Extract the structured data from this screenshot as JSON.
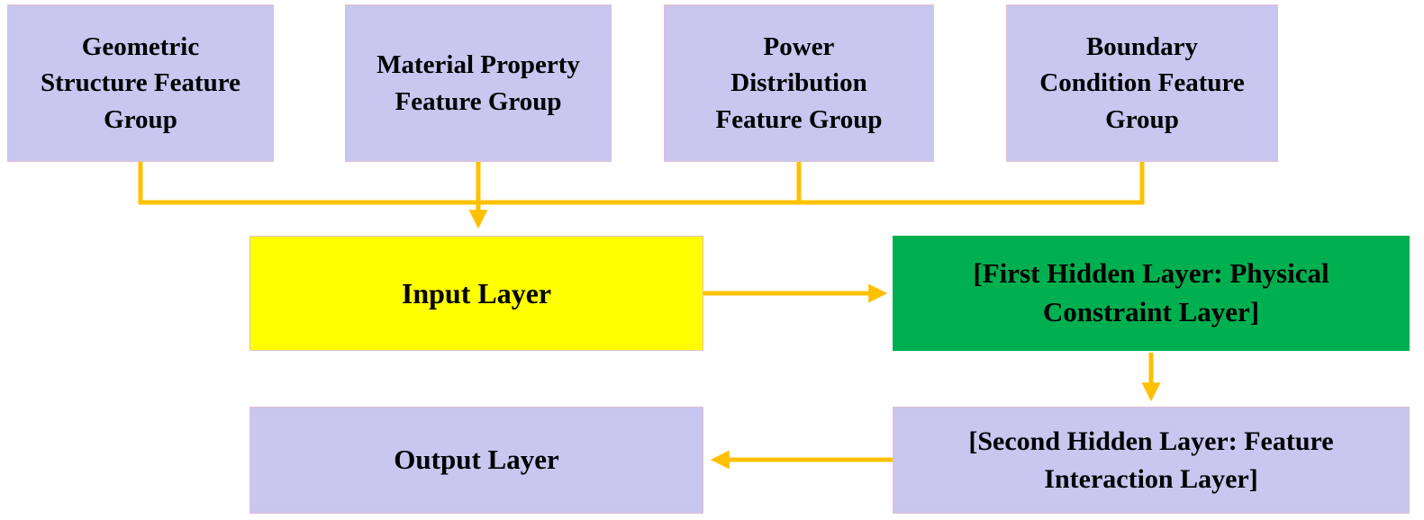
{
  "diagram": {
    "title": "Neural network feature-group flow diagram",
    "feature_groups": [
      {
        "label": "Geometric\nStructure Feature\nGroup"
      },
      {
        "label": "Material Property\nFeature Group"
      },
      {
        "label": "Power\nDistribution\nFeature Group"
      },
      {
        "label": "Boundary\nCondition Feature\nGroup"
      }
    ],
    "nodes": {
      "input_layer": {
        "label": "Input Layer"
      },
      "first_hidden": {
        "label": "[First Hidden Layer: Physical\nConstraint Layer]"
      },
      "second_hidden": {
        "label": "[Second Hidden Layer: Feature\nInteraction Layer]"
      },
      "output_layer": {
        "label": "Output Layer"
      }
    },
    "flow": [
      "feature_groups -> input_layer",
      "input_layer -> first_hidden",
      "first_hidden -> second_hidden",
      "second_hidden -> output_layer"
    ],
    "colors": {
      "feature_fill": "#c9c6f0",
      "feature_border": "#e2bfd2",
      "input_fill": "#ffff00",
      "hidden1_fill": "#00b050",
      "arrow": "#ffc000",
      "text": "#000000"
    }
  }
}
